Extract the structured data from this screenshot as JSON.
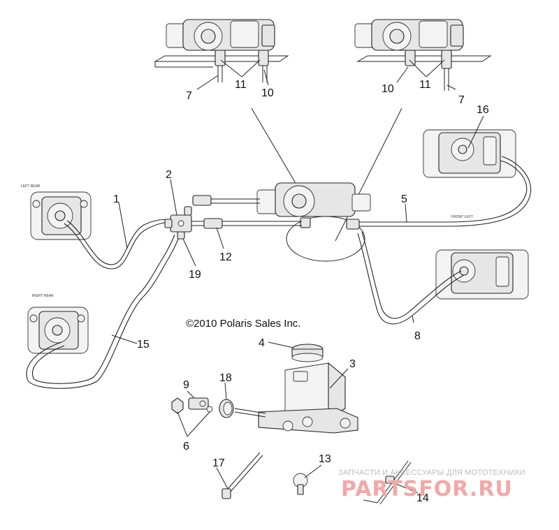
{
  "copyright": "©2010 Polaris Sales Inc.",
  "watermark": {
    "subtitle": "ЗАПЧАСТИ И АКСЕССУАРЫ ДЛЯ МОТОТЕХНИКИ",
    "brand": "PARTSFOR.RU"
  },
  "caliper_labels": {
    "left_rear": "LEFT REAR",
    "right_rear": "RIGHT REAR",
    "front_left": "FRONT LEFT"
  },
  "callouts": {
    "c1": "1",
    "c2": "2",
    "c3": "3",
    "c4": "4",
    "c5": "5",
    "c6": "6",
    "c7a": "7",
    "c7b": "7",
    "c8": "8",
    "c9": "9",
    "c10a": "10",
    "c10b": "10",
    "c11a": "11",
    "c11b": "11",
    "c12": "12",
    "c13": "13",
    "c14": "14",
    "c15": "15",
    "c16": "16",
    "c17": "17",
    "c18": "18",
    "c19": "19"
  }
}
